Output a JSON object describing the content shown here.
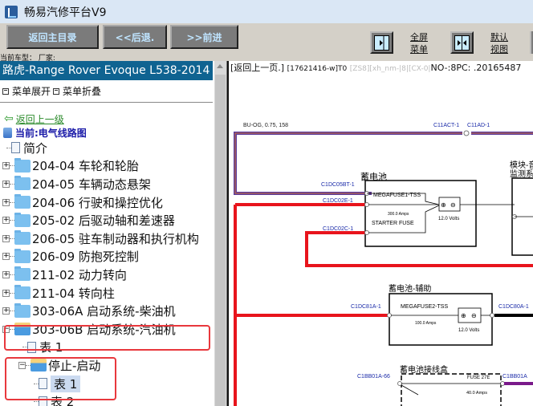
{
  "window": {
    "title": "畅易汽修平台V9",
    "icon": "app-logo-icon"
  },
  "toolbar": {
    "home_label": "返回主目录",
    "back_label": "<<后退.",
    "forward_label": ">>前进",
    "fullscreen_menu_label": "全屏菜单",
    "fullscreen_menu_lines": [
      "全屏",
      "菜单"
    ],
    "default_view_lines": [
      "默认",
      "视图"
    ],
    "fullscreen_icon": "expand-panel-icon",
    "default_view_icon": "split-view-icon"
  },
  "vehicle": {
    "label": "当前车型：  厂家:",
    "title": "路虎-Range Rover Evoque L538-2014"
  },
  "menu": {
    "expand_label": "菜单展开",
    "collapse_label": "菜单折叠"
  },
  "nav": {
    "back_label": "返回上一级",
    "current_label": "当前:电气线路图"
  },
  "tree": {
    "intro": "简介",
    "folders": [
      "204-04 车轮和轮胎",
      "204-05 车辆动态悬架",
      "204-06 行驶和操控优化",
      "205-02 后驱动轴和差速器",
      "206-05 驻车制动器和执行机构",
      "206-09 防抱死控制",
      "211-02 动力转向",
      "211-04 转向柱",
      "303-06A 启动系统-柴油机"
    ],
    "open_folder": "303-06B 启动系统-汽油机",
    "child_table": "表 1",
    "subfolder": "停止-启动",
    "selected_table": "表 1",
    "next_table": "表 2"
  },
  "infobar": {
    "back_page": "[返回上一页.]",
    "code": "[17621416-w]T0",
    "meta": "[ZS8][xh_nm-|8|[CX-0|",
    "pc": "NO-:8PC: .20165487"
  },
  "diagram": {
    "wire_top_label": "BU-OG, 0.75, 158",
    "connector_top_left": "C11ACT-1",
    "connector_top_right": "C11AD-1",
    "module_label_lines": [
      "模块-音",
      "监测系"
    ],
    "battery": {
      "title": "蓄电池",
      "conn_1": "C1DC05BT-1",
      "conn_2": "C1DC02E-1",
      "conn_3": "C1DC02C-1",
      "fuse1": "MEGAFUSE1-TSS",
      "fuse1_rating": "300.0 Amps",
      "fuse2": "STARTER FUSE",
      "voltage": "12.0 Volts"
    },
    "aux_battery": {
      "title": "蓄电池-辅助",
      "conn_in": "C1DC81A-1",
      "conn_out": "C1DC80A-1",
      "fuse": "MEGAFUSE2-TSS",
      "fuse_rating": "100.0 Amps",
      "voltage": "12.0 Volts"
    },
    "junction_box": {
      "title": "蓄电池接线盒",
      "conn_in": "C1BB01A-66",
      "conn_out": "C1BB01A",
      "fuse": "FUSE 27E",
      "fuse_rating": "40.0 Amps"
    },
    "colors": {
      "power_wire": "#e8141c",
      "signal_wire": "#5a3a9e",
      "ground_wire": "#000000",
      "fused_wire": "#7a1a8a",
      "connector_text": "#1a2aa8"
    }
  }
}
